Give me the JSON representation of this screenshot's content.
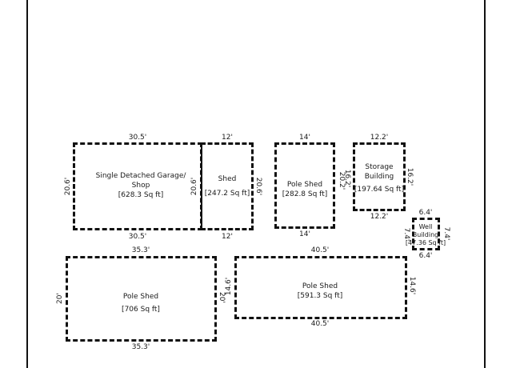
{
  "buildings": {
    "garage": {
      "name_line1": "Single Detached Garage/",
      "name_line2": "Shop",
      "area": "[628.3 Sq ft]",
      "top": "30.5'",
      "bottom": "30.5'",
      "left": "20.6'",
      "right": "20.6'"
    },
    "shed": {
      "name": "Shed",
      "area": "[247.2 Sq ft]",
      "top": "12'",
      "bottom": "12'",
      "right": "20.6'"
    },
    "pole_shed_small": {
      "name": "Pole Shed",
      "area": "[282.8 Sq ft]",
      "top": "14'",
      "bottom": "14'",
      "right": "20.2'"
    },
    "storage": {
      "name_line1": "Storage",
      "name_line2": "Building",
      "area": "[197.64 Sq ft]",
      "top": "12.2'",
      "bottom": "12.2'",
      "left": "16.2'",
      "right": "16.2'"
    },
    "well": {
      "name_line1": "Well",
      "name_line2": "Building",
      "area": "[47.36 Sq ft]",
      "top": "6.4'",
      "bottom": "6.4'",
      "left": "7.4'",
      "right": "7.4'"
    },
    "pole_shed_large": {
      "name": "Pole Shed",
      "area": "[706 Sq ft]",
      "top": "35.3'",
      "bottom": "35.3'",
      "left": "20'",
      "right": "20'"
    },
    "pole_shed_wide": {
      "name": "Pole Shed",
      "area": "[591.3 Sq ft]",
      "top": "40.5'",
      "bottom": "40.5'",
      "left": "14.6'",
      "right": "14.6'"
    }
  }
}
